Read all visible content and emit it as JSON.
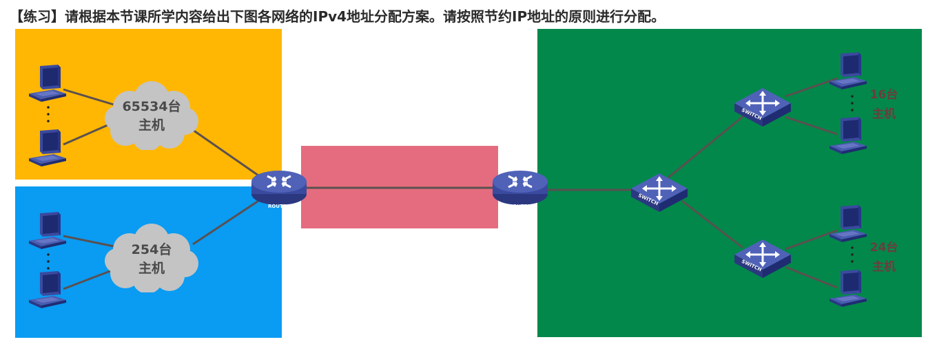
{
  "title": "【练习】请根据本节课所学内容给出下图各网络的IPv4地址分配方案。请按照节约IP地址的原则进行分配。",
  "colors": {
    "yellow_network": "#FFB703",
    "blue_network": "#0A9BF2",
    "pink_link": "#E56C7E",
    "green_network": "#02884A",
    "device_blue": "#3A4A9E"
  },
  "clouds": [
    {
      "line1": "65534台",
      "line2": "主机"
    },
    {
      "line1": "254台",
      "line2": "主机"
    }
  ],
  "host_groups": [
    {
      "line1": "16台",
      "line2": "主机"
    },
    {
      "line1": "24台",
      "line2": "主机"
    }
  ],
  "routers": [
    {
      "label": "ROUTER"
    },
    {
      "label": "ROUTER"
    }
  ],
  "switches": [
    {
      "label": "SWITCH"
    },
    {
      "label": "SWITCH"
    },
    {
      "label": "SWITCH"
    }
  ],
  "icons": [
    "computer-icon",
    "cloud-icon",
    "router-icon",
    "switch-icon"
  ]
}
